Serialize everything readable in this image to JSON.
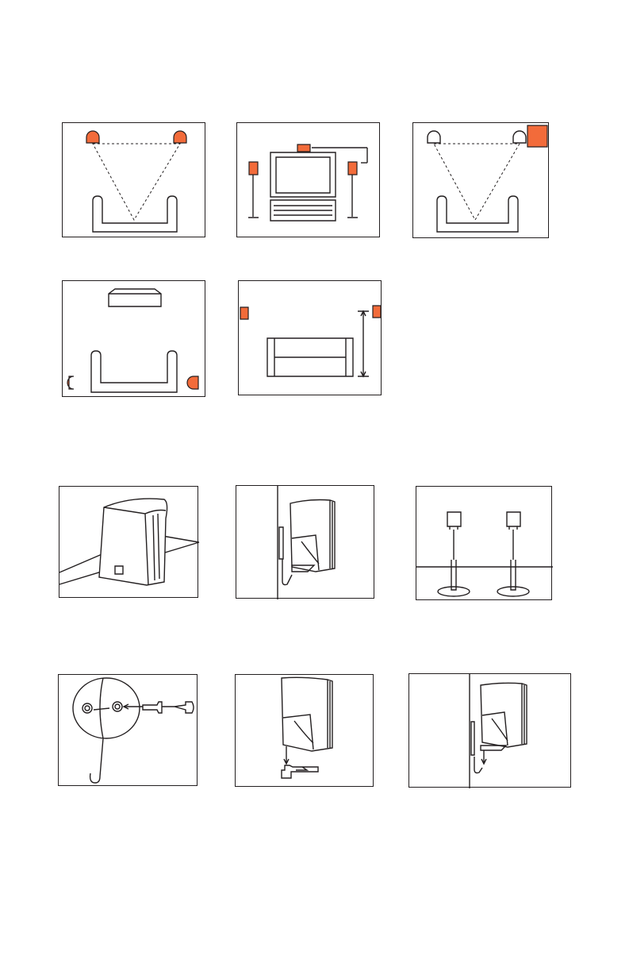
{
  "colors": {
    "accent": "#f26b3a",
    "line": "#231f20",
    "background": "#ffffff"
  },
  "figures": [
    {
      "id": "front-speakers-triangle-top"
    },
    {
      "id": "front-speakers-height-beside-tv"
    },
    {
      "id": "center-speaker-triangle"
    },
    {
      "id": "rear-speakers-behind-listener"
    },
    {
      "id": "rear-speakers-side-wall-height"
    },
    {
      "id": "speaker-on-shelf"
    },
    {
      "id": "speaker-on-wall-bracket"
    },
    {
      "id": "speakers-on-floor-stands"
    },
    {
      "id": "bracket-screw-assembly"
    },
    {
      "id": "speaker-bracket-attach"
    },
    {
      "id": "speaker-wall-hook-mount"
    }
  ]
}
